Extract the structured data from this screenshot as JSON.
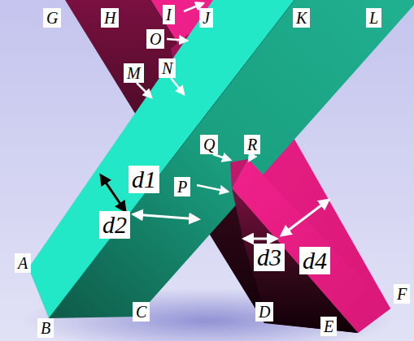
{
  "diagram": {
    "labels": [
      "G",
      "H",
      "I",
      "J",
      "K",
      "L",
      "O",
      "M",
      "N",
      "Q",
      "R",
      "P",
      "d1",
      "d2",
      "d3",
      "d4",
      "A",
      "B",
      "C",
      "D",
      "E",
      "F"
    ]
  }
}
